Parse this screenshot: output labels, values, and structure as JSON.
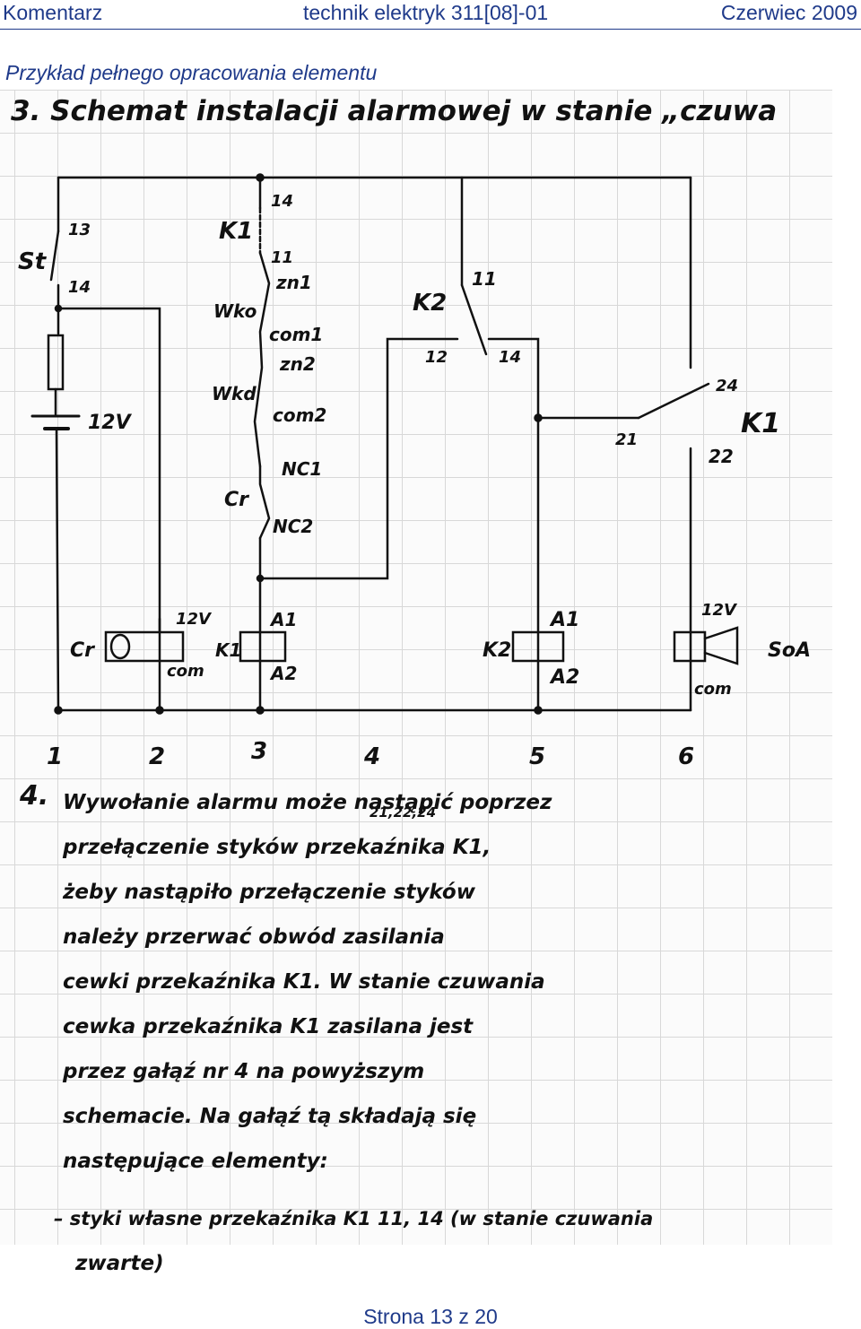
{
  "header": {
    "left": "Komentarz",
    "center": "technik elektryk 311[08]-01",
    "right": "Czerwiec 2009"
  },
  "subtitle": "Przykład pełnego opracowania elementu",
  "section3_title": "3. Schemat instalacji alarmowej w stanie „czuwa",
  "diagram": {
    "labels": {
      "st": "St",
      "st13": "13",
      "st14": "14",
      "v12": "12V",
      "k1": "K1",
      "k1_14": "14",
      "k1_11": "11",
      "wko": "Wko",
      "zn1": "zn1",
      "com1": "com1",
      "zn2": "zn2",
      "wkd": "Wkd",
      "com2": "com2",
      "nc1": "NC1",
      "cr": "Cr",
      "nc2": "NC2",
      "k2": "K2",
      "k2_11": "11",
      "k2_12": "12",
      "k2_14": "14",
      "k1b": "K1",
      "k1_24": "24",
      "k1_21": "21",
      "k1_22": "22",
      "cr_coil": "Cr",
      "cr_12v": "12V",
      "cr_com": "com",
      "k1_coil": "K1",
      "a1": "A1",
      "a2": "A2",
      "k2_coil": "K2",
      "k2_a1": "A1",
      "k2_a2": "A2",
      "soa_12v": "12V",
      "soa": "SoA",
      "soa_com": "com"
    },
    "branches": [
      "1",
      "2",
      "3",
      "4",
      "5",
      "6"
    ]
  },
  "notes": {
    "number": "4.",
    "superscript": "21,22,24",
    "lines": [
      "Wywołanie alarmu może nastąpić poprzez",
      "przełączenie styków przekaźnika K1,",
      "żeby nastąpiło przełączenie styków",
      "należy przerwać obwód zasilania",
      "cewki przekaźnika K1. W stanie czuwania",
      "cewka przekaźnika K1 zasilana jest",
      "przez gałąź nr 4 na powyższym",
      "schemacie. Na gałąź tą składają się",
      "następujące elementy:",
      "– styki własne przekaźnika K1  11, 14 (w stanie czuwania",
      "zwarte)"
    ]
  },
  "footer": "Strona 13 z 20"
}
